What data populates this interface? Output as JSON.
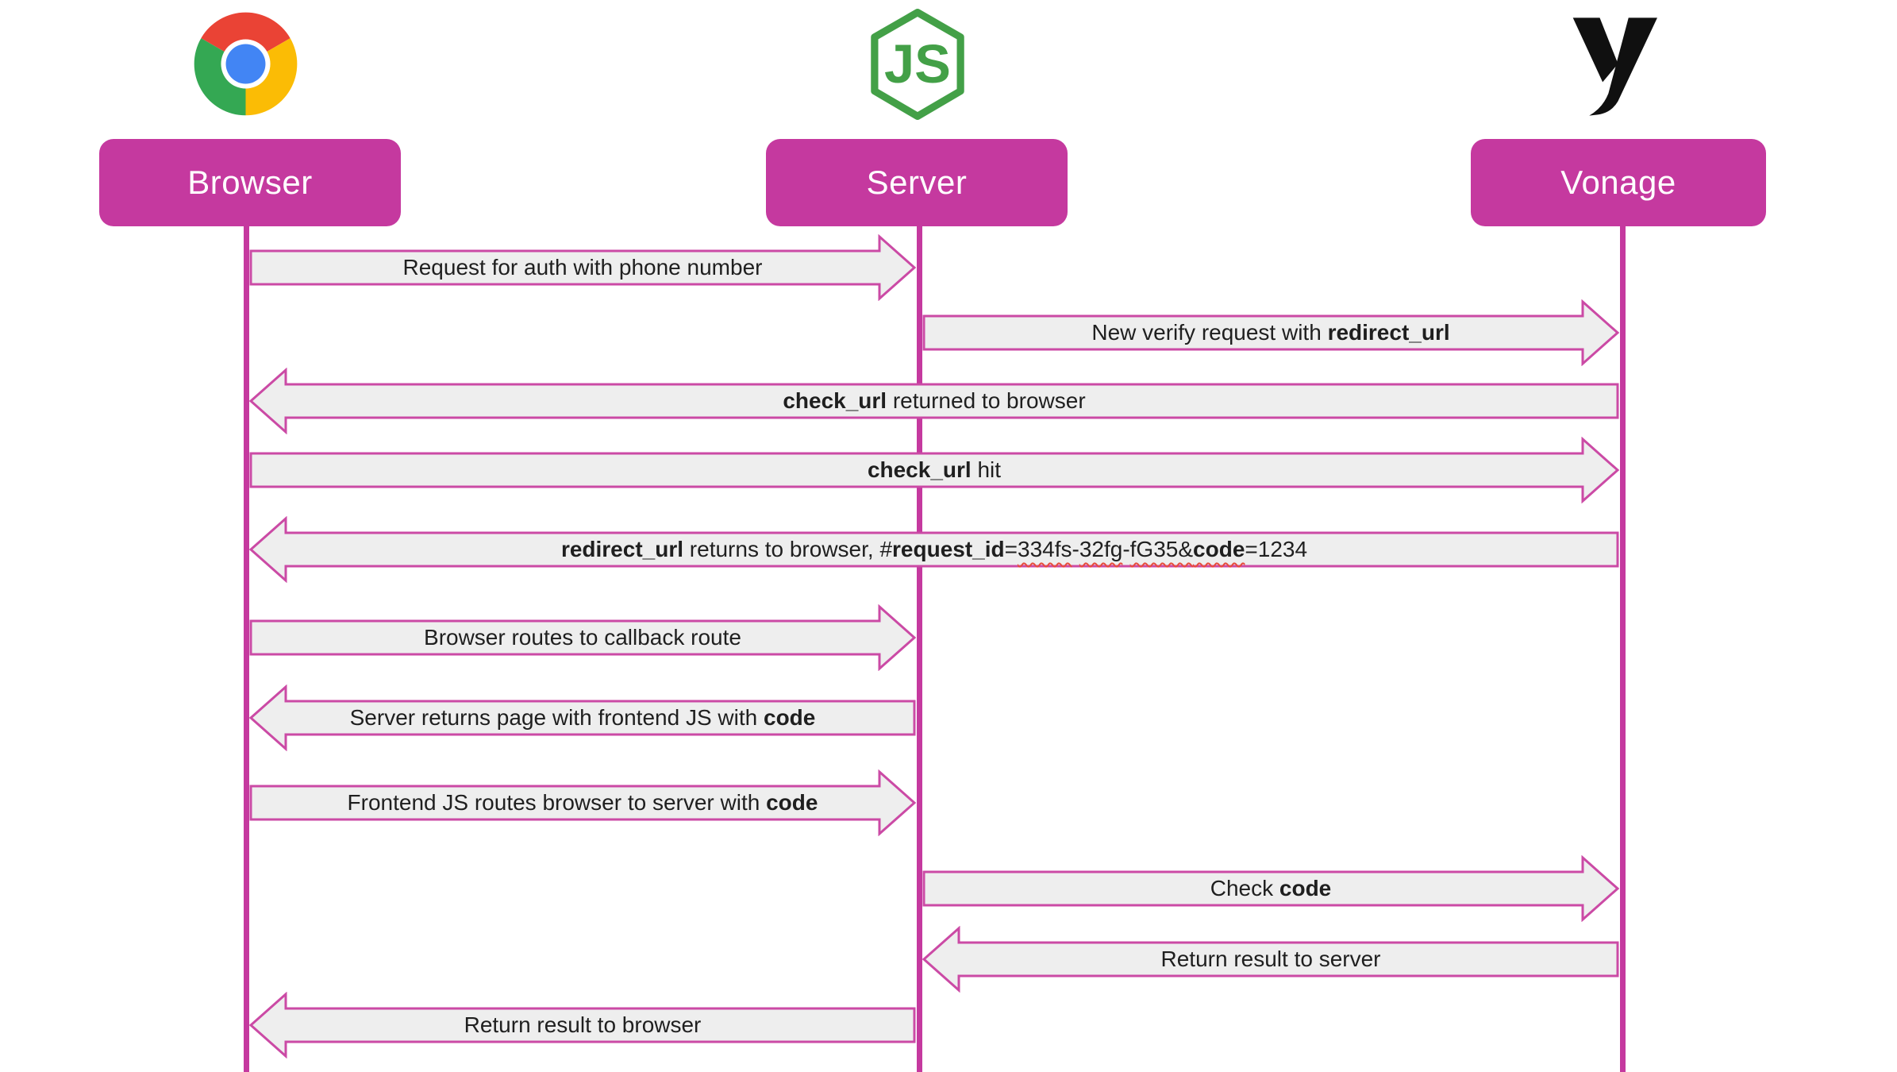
{
  "diagram": {
    "actors": [
      {
        "id": "browser",
        "label": "Browser",
        "icon": "chrome-icon"
      },
      {
        "id": "server",
        "label": "Server",
        "icon": "nodejs-icon"
      },
      {
        "id": "vonage",
        "label": "Vonage",
        "icon": "vonage-logo"
      }
    ],
    "messages": [
      {
        "from": "browser",
        "to": "server",
        "parts": [
          {
            "t": "Request for auth with phone number"
          }
        ]
      },
      {
        "from": "server",
        "to": "vonage",
        "parts": [
          {
            "t": "New verify request with "
          },
          {
            "t": "redirect_url",
            "b": true
          }
        ]
      },
      {
        "from": "vonage",
        "to": "browser",
        "parts": [
          {
            "t": "check_url",
            "b": true
          },
          {
            "t": " returned to browser"
          }
        ]
      },
      {
        "from": "browser",
        "to": "vonage",
        "parts": [
          {
            "t": "check_url",
            "b": true
          },
          {
            "t": " hit"
          }
        ]
      },
      {
        "from": "vonage",
        "to": "browser",
        "parts": [
          {
            "t": "redirect_url",
            "b": true
          },
          {
            "t": " returns to browser, #"
          },
          {
            "t": "request_id",
            "b": true
          },
          {
            "t": "="
          },
          {
            "t": "334fs",
            "sq": true
          },
          {
            "t": "-"
          },
          {
            "t": "32fg",
            "sq": true
          },
          {
            "t": "-"
          },
          {
            "t": "fG35&",
            "sq": true
          },
          {
            "t": "code",
            "b": true,
            "sq": true
          },
          {
            "t": "=1234"
          }
        ]
      },
      {
        "from": "browser",
        "to": "server",
        "parts": [
          {
            "t": "Browser routes to callback route"
          }
        ]
      },
      {
        "from": "server",
        "to": "browser",
        "parts": [
          {
            "t": "Server returns page with frontend JS with "
          },
          {
            "t": "code",
            "b": true
          }
        ]
      },
      {
        "from": "browser",
        "to": "server",
        "parts": [
          {
            "t": "Frontend JS routes browser to server with "
          },
          {
            "t": "code",
            "b": true
          }
        ]
      },
      {
        "from": "server",
        "to": "vonage",
        "parts": [
          {
            "t": "Check "
          },
          {
            "t": "code",
            "b": true
          }
        ]
      },
      {
        "from": "vonage",
        "to": "server",
        "parts": [
          {
            "t": "Return result to server"
          }
        ]
      },
      {
        "from": "server",
        "to": "browser",
        "parts": [
          {
            "t": "Return result to browser"
          }
        ]
      }
    ],
    "colors": {
      "actor": "#c5399f",
      "arrow_outline": "#cb4aa5",
      "arrow_fill": "#eeeeee",
      "text": "#1f1f1f",
      "node_green": "#43a047",
      "chrome_red": "#EA4335",
      "chrome_yellow": "#FBBC05",
      "chrome_green": "#34A853",
      "chrome_blue": "#4285F4",
      "vonage_black": "#101010"
    }
  }
}
